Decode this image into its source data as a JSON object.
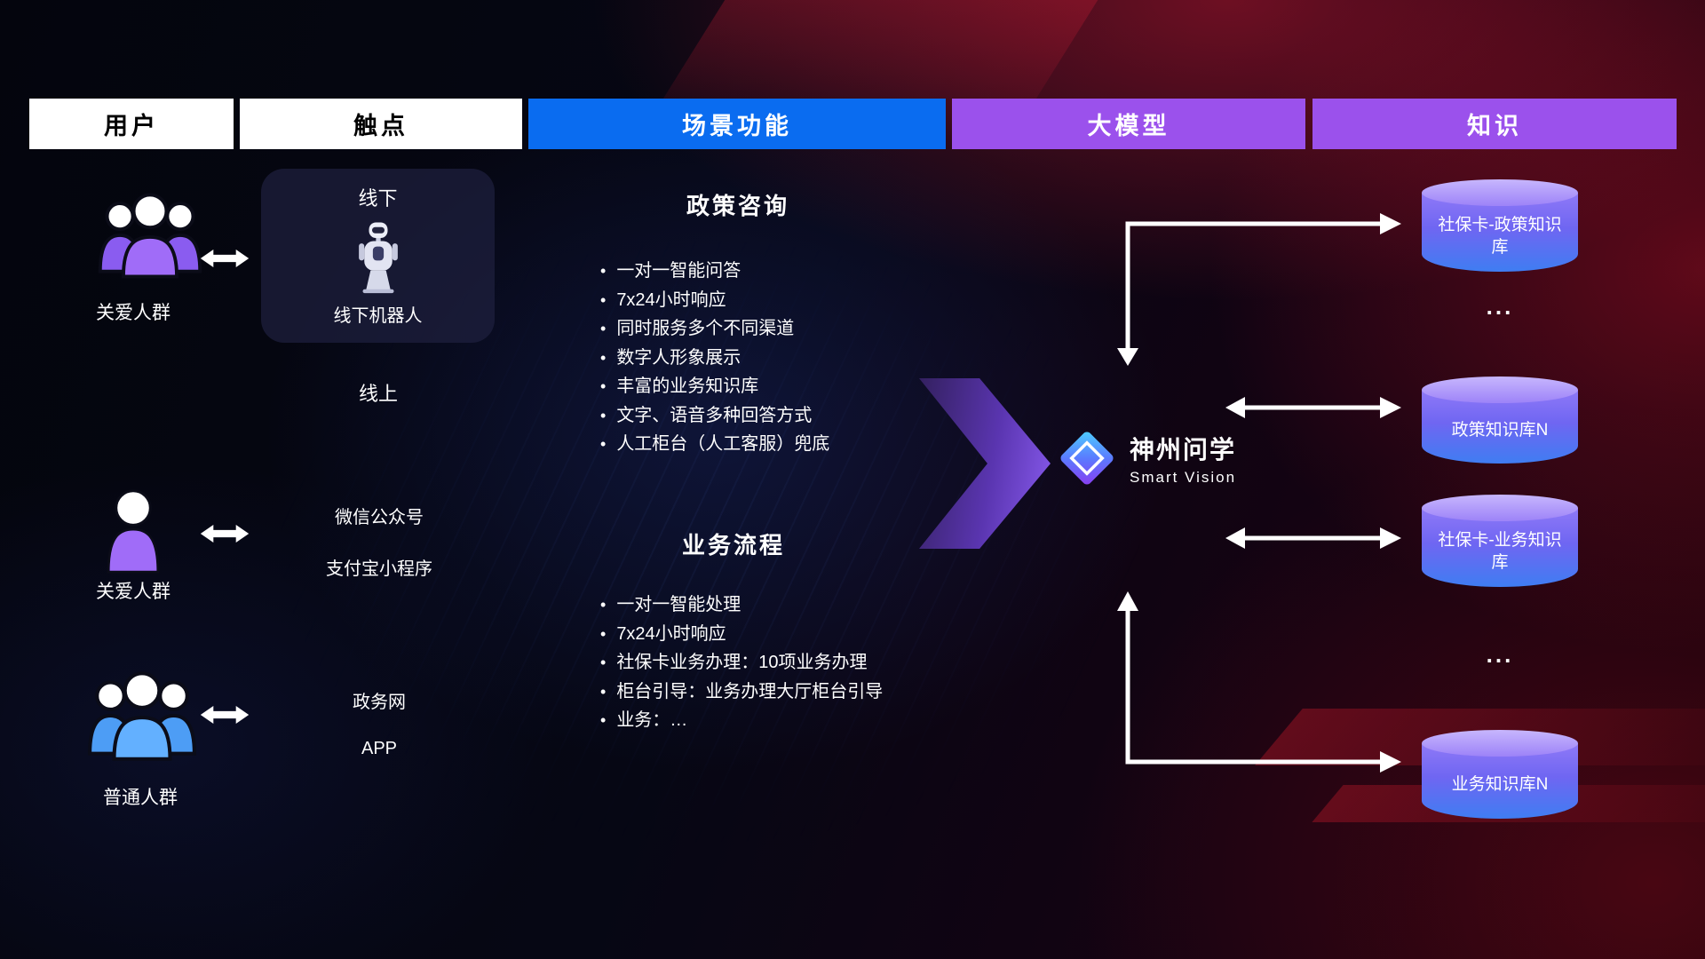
{
  "headers": [
    {
      "label": "用户"
    },
    {
      "label": "触点"
    },
    {
      "label": "场景功能"
    },
    {
      "label": "大模型"
    },
    {
      "label": "知识"
    }
  ],
  "users": {
    "group1_label": "关爱人群",
    "single_label": "关爱人群",
    "group2_label": "普通人群"
  },
  "touchpoints": {
    "offline_title": "线下",
    "offline_robot_label": "线下机器人",
    "online_title": "线上",
    "channels": {
      "wechat": "微信公众号",
      "alipay": "支付宝小程序",
      "gov": "政务网",
      "app": "APP"
    }
  },
  "scenario": {
    "policy": {
      "title": "政策咨询",
      "items": [
        "一对一智能问答",
        "7x24小时响应",
        "同时服务多个不同渠道",
        "数字人形象展示",
        "丰富的业务知识库",
        "文字、语音多种回答方式",
        "人工柜台（人工客服）兜底"
      ]
    },
    "business": {
      "title": "业务流程",
      "items": [
        "一对一智能处理",
        "7x24小时响应",
        "社保卡业务办理：10项业务办理",
        "柜台引导：业务办理大厅柜台引导",
        "业务：…"
      ]
    }
  },
  "model": {
    "name": "神州问学",
    "subtitle": "Smart Vision"
  },
  "knowledge": {
    "items": [
      {
        "label": "社保卡-政策知识库"
      },
      {
        "label": "政策知识库N"
      },
      {
        "label": "社保卡-业务知识库"
      },
      {
        "label": "业务知识库N"
      }
    ],
    "ellipsis": "..."
  },
  "colors": {
    "scene_header": "#0a6cf0",
    "model_header": "#9b51ec",
    "knowledge_header": "#9b51ec",
    "big_arrow": "#8a5cf0",
    "cylinder_top": "#b9a8fa",
    "cylinder_body_blue": "#3f7df2",
    "user_purple": "#a06cf8",
    "user_blue": "#4d9df5"
  }
}
